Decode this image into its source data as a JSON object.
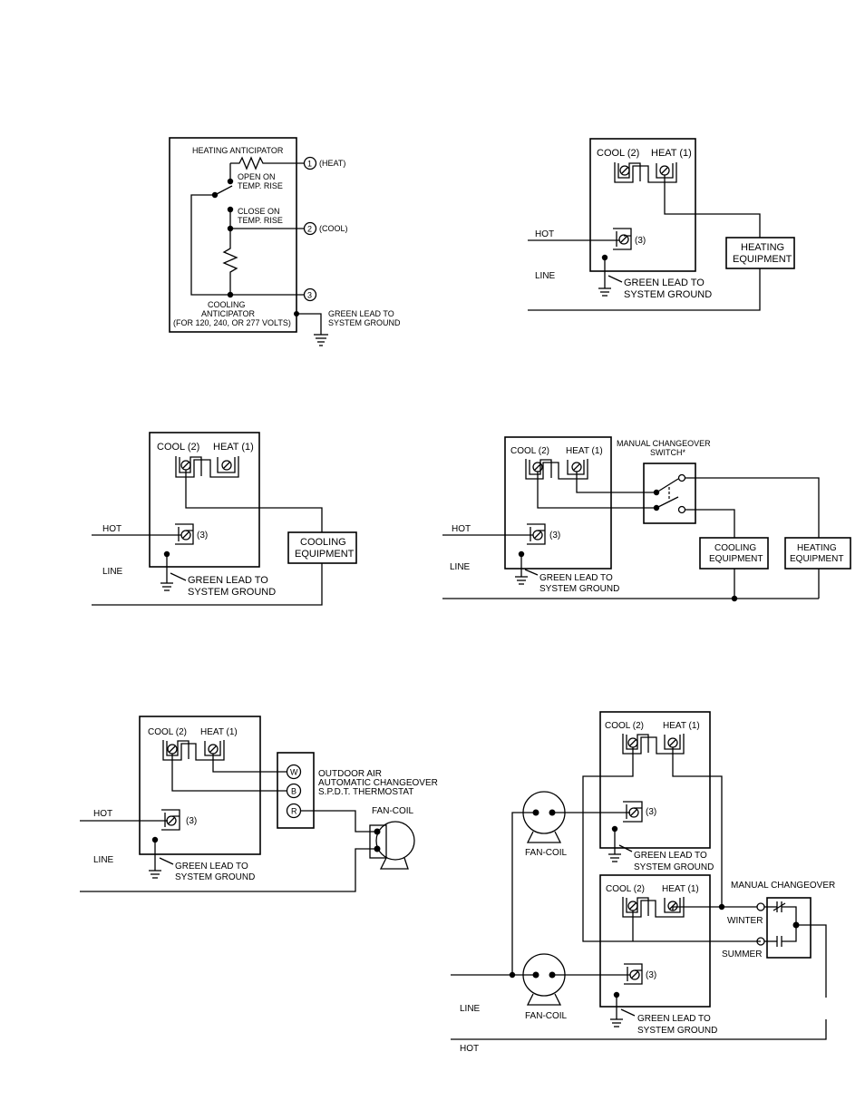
{
  "d1": {
    "heating_anticipator": "HEATING ANTICIPATOR",
    "t1_num": "1",
    "t1_label": "(HEAT)",
    "open_1": "OPEN ON",
    "open_2": "TEMP. RISE",
    "close_1": "CLOSE ON",
    "close_2": "TEMP. RISE",
    "t2_num": "2",
    "t2_label": "(COOL)",
    "t3_num": "3",
    "cool_ant_1": "COOLING",
    "cool_ant_2": "ANTICIPATOR",
    "cool_ant_3": "(FOR 120, 240, OR 277 VOLTS)",
    "ground_1": "GREEN LEAD TO",
    "ground_2": "SYSTEM GROUND"
  },
  "d2": {
    "cool": "COOL (2)",
    "heat": "HEAT (1)",
    "t3": "(3)",
    "hot": "HOT",
    "line": "LINE",
    "equip_1": "HEATING",
    "equip_2": "EQUIPMENT",
    "ground_1": "GREEN LEAD TO",
    "ground_2": "SYSTEM GROUND"
  },
  "d3": {
    "cool": "COOL (2)",
    "heat": "HEAT (1)",
    "t3": "(3)",
    "hot": "HOT",
    "line": "LINE",
    "equip_1": "COOLING",
    "equip_2": "EQUIPMENT",
    "ground_1": "GREEN LEAD TO",
    "ground_2": "SYSTEM GROUND"
  },
  "d4": {
    "cool": "COOL (2)",
    "heat": "HEAT (1)",
    "t3": "(3)",
    "hot": "HOT",
    "line": "LINE",
    "switch_1": "MANUAL CHANGEOVER",
    "switch_2": "SWITCH*",
    "cool_equip_1": "COOLING",
    "cool_equip_2": "EQUIPMENT",
    "heat_equip_1": "HEATING",
    "heat_equip_2": "EQUIPMENT",
    "ground_1": "GREEN LEAD TO",
    "ground_2": "SYSTEM GROUND"
  },
  "d5": {
    "cool": "COOL (2)",
    "heat": "HEAT (1)",
    "t3": "(3)",
    "hot": "HOT",
    "line": "LINE",
    "thermo_1": "OUTDOOR AIR",
    "thermo_2": "AUTOMATIC CHANGEOVER",
    "thermo_3": "S.P.D.T. THERMOSTAT",
    "w": "W",
    "b": "B",
    "r": "R",
    "fancoil": "FAN-COIL",
    "ground_1": "GREEN LEAD TO",
    "ground_2": "SYSTEM GROUND"
  },
  "d6": {
    "cool": "COOL (2)",
    "heat": "HEAT (1)",
    "t3": "(3)",
    "cool_b": "COOL (2)",
    "heat_b": "HEAT (1)",
    "t3_b": "(3)",
    "fancoil_top": "FAN-COIL",
    "fancoil_bottom": "FAN-COIL",
    "manual": "MANUAL CHANGEOVER",
    "winter": "WINTER",
    "summer": "SUMMER",
    "line": "LINE",
    "hot": "HOT",
    "ground_1": "GREEN LEAD TO",
    "ground_2": "SYSTEM GROUND",
    "ground_b1": "GREEN LEAD TO",
    "ground_b2": "SYSTEM GROUND"
  }
}
